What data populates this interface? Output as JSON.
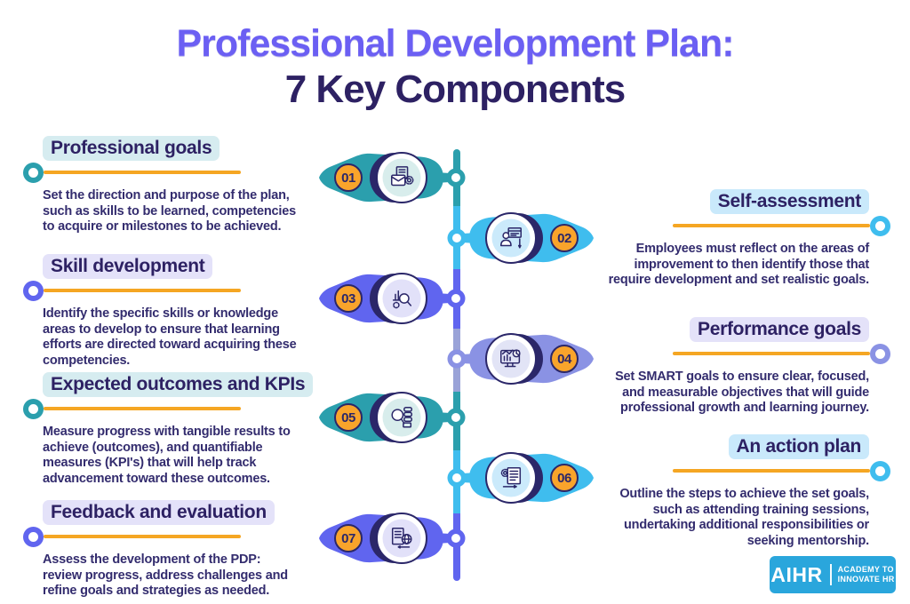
{
  "title": {
    "line1": "Professional Development Plan:",
    "line2": "7 Key Components"
  },
  "palette": {
    "teal": "#2B9FAD",
    "cyan": "#3FBDEE",
    "purple": "#6065EF",
    "periwinkle": "#8A92E4",
    "line_periwinkle": "#9AA3D8",
    "orange": "#F5A623",
    "navy": "#2B2769",
    "number_bg": "#F9A42B",
    "heading_text": "#2D2163",
    "body_text": "#332C6E",
    "title_line1": "#6B5FF3",
    "title_line2": "#2D2163",
    "tint_teal": "#D8EDEC",
    "tint_cyan": "#CBEAFB",
    "tint_purple": "#E2E1F9",
    "tint_periwinkle": "#E2E4F6",
    "hl_teal": "#D6ECF0",
    "hl_lavender": "#E4E2F9",
    "hl_blue": "#C9E9FB",
    "logo_blue": "#2AA6DC"
  },
  "timeline": {
    "segment_colors": [
      "teal",
      "cyan",
      "purple",
      "line_periwinkle",
      "teal",
      "cyan",
      "purple"
    ],
    "markers": [
      {
        "number": "01",
        "side": "left",
        "color": "teal",
        "tint": "tint_teal",
        "icon": "briefcase-documents-gear-icon"
      },
      {
        "number": "02",
        "side": "right",
        "color": "cyan",
        "tint": "tint_cyan",
        "icon": "person-computer-icon"
      },
      {
        "number": "03",
        "side": "left",
        "color": "purple",
        "tint": "tint_purple",
        "icon": "chart-magnifier-gear-icon"
      },
      {
        "number": "04",
        "side": "right",
        "color": "periwinkle",
        "tint": "tint_periwinkle",
        "icon": "monitor-analytics-icon"
      },
      {
        "number": "05",
        "side": "left",
        "color": "teal",
        "tint": "tint_teal",
        "icon": "magnifier-database-icon"
      },
      {
        "number": "06",
        "side": "right",
        "color": "cyan",
        "tint": "tint_cyan",
        "icon": "document-gear-pencil-icon"
      },
      {
        "number": "07",
        "side": "left",
        "color": "purple",
        "tint": "tint_purple",
        "icon": "document-globe-pencil-icon"
      }
    ]
  },
  "items": [
    {
      "id": "professional-goals",
      "side": "left",
      "heading": "Professional goals",
      "highlight": "hl_teal",
      "ring": "teal",
      "body": "Set the direction and purpose of the plan, such as skills to be learned, competencies to acquire or milestones to be achieved."
    },
    {
      "id": "skill-development",
      "side": "left",
      "heading": "Skill development",
      "highlight": "hl_lavender",
      "ring": "purple",
      "body": "Identify the specific skills or knowledge areas to develop to ensure that learning efforts are directed toward acquiring these competencies."
    },
    {
      "id": "expected-outcomes-and-kpis",
      "side": "left",
      "heading": "Expected outcomes and KPIs",
      "highlight": "hl_teal",
      "ring": "teal",
      "body": "Measure progress with tangible results to achieve (outcomes), and quantifiable measures (KPI's) that will help track advancement toward these outcomes."
    },
    {
      "id": "feedback-and-evaluation",
      "side": "left",
      "heading": "Feedback and evaluation",
      "highlight": "hl_lavender",
      "ring": "purple",
      "body": "Assess the development of the PDP: review progress, address challenges and refine goals and strategies as needed."
    },
    {
      "id": "self-assessment",
      "side": "right",
      "heading": "Self-assessment",
      "highlight": "hl_blue",
      "ring": "cyan",
      "body": "Employees must reflect on the areas of improvement to then identify those that require development and set realistic goals."
    },
    {
      "id": "performance-goals",
      "side": "right",
      "heading": "Performance goals",
      "highlight": "hl_lavender",
      "ring": "periwinkle",
      "body": "Set SMART goals to ensure clear, focused, and measurable objectives that will guide professional growth and learning journey."
    },
    {
      "id": "an-action-plan",
      "side": "right",
      "heading": "An action plan",
      "highlight": "hl_blue",
      "ring": "cyan",
      "body": "Outline the steps to achieve the set goals, such as attending training sessions, undertaking additional responsibilities or seeking mentorship."
    }
  ],
  "logo": {
    "brand": "AIHR",
    "tagline_line1": "ACADEMY TO",
    "tagline_line2": "INNOVATE HR"
  }
}
